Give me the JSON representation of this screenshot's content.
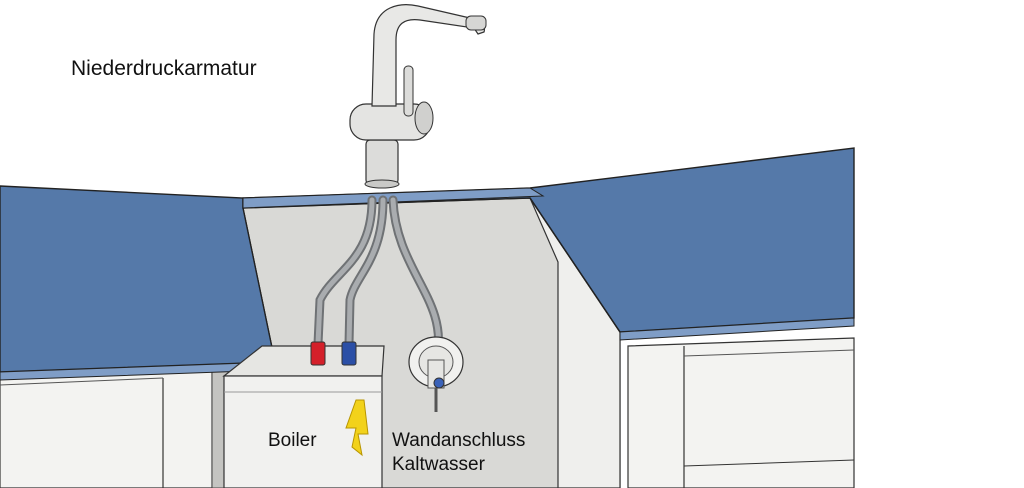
{
  "labels": {
    "fixture": "Niederdruckarmatur",
    "boiler": "Boiler",
    "wall_line1": "Wandanschluss",
    "wall_line2": "Kaltwasser"
  },
  "icons": {
    "electric": "lightning-bolt-icon"
  },
  "colors": {
    "countertop": "#5579a9",
    "countertop_edge": "#7f9dc6",
    "cabinet_interior": "#d9d9d6",
    "cabinet_shadow": "#c4c4c1",
    "cabinet_front": "#f3f3f1",
    "boiler_body": "#f1f1ef",
    "hose": "#8a8d90",
    "hot_connector": "#d4202a",
    "cold_connector": "#2b4fa6",
    "bolt": "#f2d21b",
    "valve_knob": "#3a62b8"
  }
}
